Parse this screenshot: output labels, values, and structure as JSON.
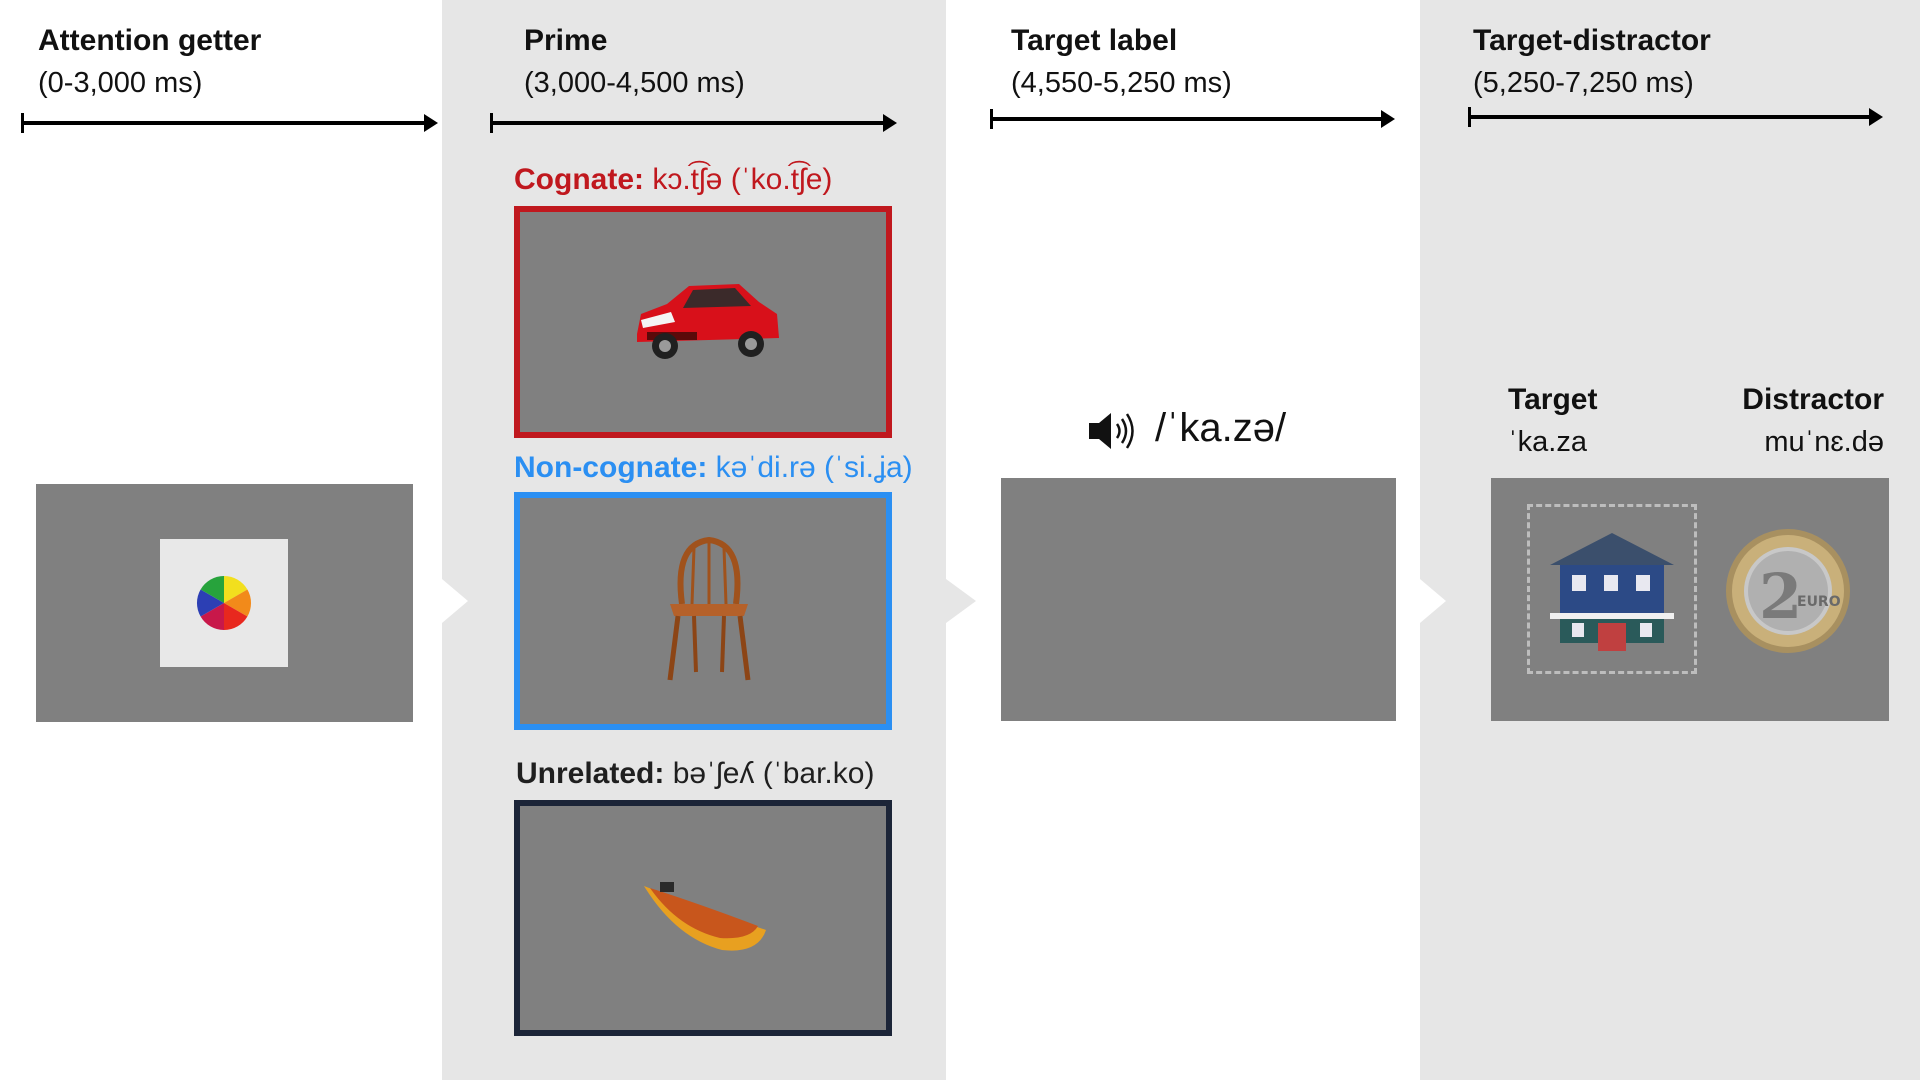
{
  "phases": [
    {
      "title": "Attention getter",
      "time": "(0-3,000 ms)"
    },
    {
      "title": "Prime",
      "time": "(3,000-4,500 ms)"
    },
    {
      "title": "Target label",
      "time": "(4,550-5,250 ms)"
    },
    {
      "title": "Target-distractor",
      "time": "(5,250-7,250 ms)"
    }
  ],
  "prime": {
    "cognate": {
      "label": "Cognate:",
      "ipa": "kɔ.t͡ʃə (ˈko.t͡ʃe)",
      "color": "#c0181e",
      "image": "red-car"
    },
    "noncognate": {
      "label": "Non-cognate:",
      "ipa": "kəˈdi.rə (ˈsi.ʝa)",
      "color": "#2b8ff2",
      "image": "wooden-chair"
    },
    "unrelated": {
      "label": "Unrelated:",
      "ipa": "bəˈʃeʎ (ˈbar.ko)",
      "color": "#1c2538",
      "image": "rowboat"
    }
  },
  "target_label": {
    "audio_icon": "speaker-icon",
    "word": "/ˈka.zə/"
  },
  "target_distractor": {
    "target_title": "Target",
    "target_word": "ˈka.za",
    "target_image": "house",
    "distractor_title": "Distractor",
    "distractor_word": "muˈnɛ.də",
    "distractor_image": "two-euro-coin"
  },
  "colors": {
    "band": "#e6e6e6",
    "stimulus_bg": "#808080"
  }
}
